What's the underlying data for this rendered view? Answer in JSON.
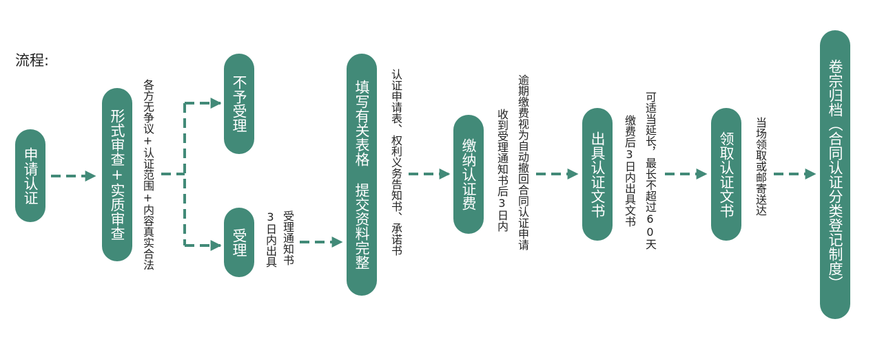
{
  "title": "流程:",
  "accent_color": "#428a78",
  "nodes": {
    "apply": "申请认证",
    "review": "形式审查+实质审查",
    "reject": "不予受理",
    "accept": "受理",
    "forms": "填写有关表格 提交资料完整",
    "fee": "缴纳认证费",
    "issue": "出具认证文书",
    "collect": "领取认证文书",
    "archive": "卷宗归档（合同认证分类登记制度）"
  },
  "notes": {
    "review": "各方无争议+认证范围+内容真实合法",
    "accept_1": "受理通知书",
    "accept_2": "3日内出具",
    "forms": "认证申请表、权利义务告知书、承诺书",
    "fee_1": "收到受理通知书后3日内",
    "fee_2": "逾期缴费视为自动撤回合同认证申请",
    "issue_1": "缴费后3日内出具文书",
    "issue_2": "可适当延长，最长不超过60天",
    "collect": "当场领取或邮寄送达"
  }
}
